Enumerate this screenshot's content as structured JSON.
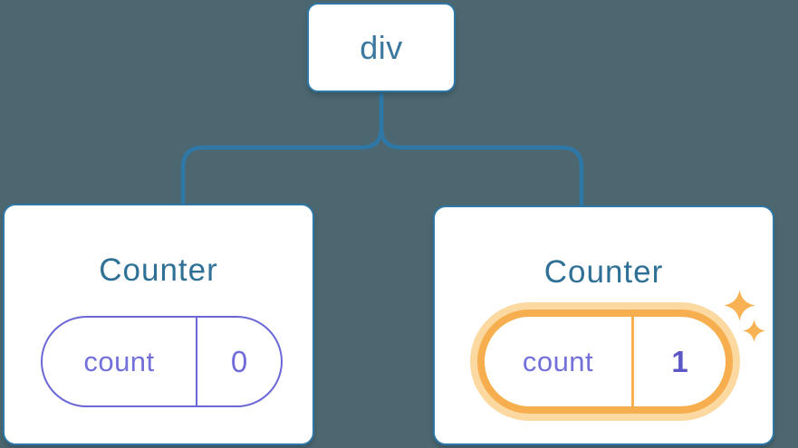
{
  "diagram": {
    "description": "React component tree with state",
    "background": "#4D6770",
    "palette": {
      "node_border_blue": "#2E78A8",
      "node_fill": "#FFFFFF",
      "connector_blue": "#2E78A8",
      "root_label_blue": "#3A78A0",
      "title_blue": "#2F7096",
      "state_border_purple": "#6B67D6",
      "state_key_purple": "#7470DA",
      "state_value_purple": "#6F6BD9",
      "state_value_bold_purple": "#5B57C7",
      "highlight_orange": "#F6AE4F",
      "highlight_halo_peach": "#FBD9A0",
      "sparkle_orange": "#F8B254"
    },
    "tree": {
      "root": {
        "label": "div"
      },
      "children": [
        {
          "title": "Counter",
          "state": {
            "key": "count",
            "value": "0"
          },
          "highlighted": false
        },
        {
          "title": "Counter",
          "state": {
            "key": "count",
            "value": "1"
          },
          "highlighted": true
        }
      ]
    }
  }
}
